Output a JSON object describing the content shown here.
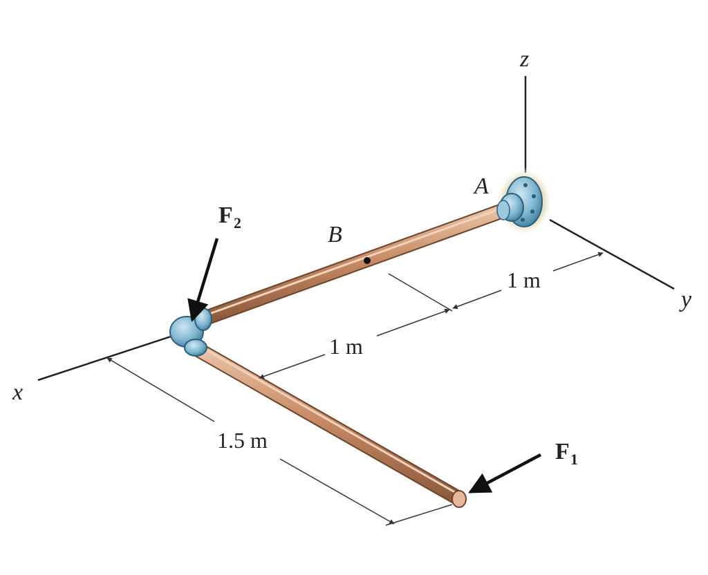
{
  "axes": {
    "x_label": "x",
    "y_label": "y",
    "z_label": "z"
  },
  "points": {
    "A": "A",
    "B": "B"
  },
  "dimensions": {
    "ab_segment": "1 m",
    "b_to_elbow": "1 m",
    "elbow_to_end": "1.5 m"
  },
  "forces": {
    "f1": {
      "symbol": "F",
      "subscript": "1"
    },
    "f2": {
      "symbol": "F",
      "subscript": "2"
    }
  },
  "colors": {
    "pipe": "#c98c67",
    "fitting": "#7fb6d1",
    "wall": "#e8e3c8",
    "line": "#222222"
  }
}
